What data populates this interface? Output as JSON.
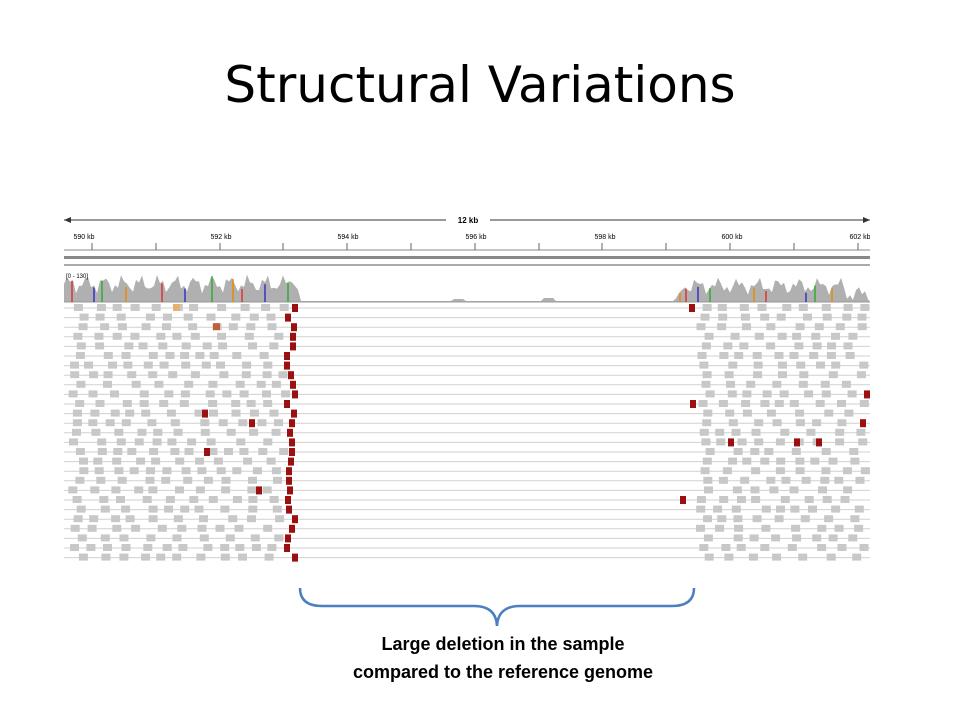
{
  "slide": {
    "title": "Structural Variations"
  },
  "igv": {
    "span_label": "12 kb",
    "ruler_ticks": [
      "590 kb",
      "592 kb",
      "594 kb",
      "596 kb",
      "598 kb",
      "600 kb",
      "602 kb"
    ],
    "coverage_range": "[0 - 130]",
    "colors": {
      "read": "#c8c8c8",
      "discordant_read": "#9b1111",
      "coverage": "#b0b0b0",
      "brace": "#4a7fc1"
    }
  },
  "annotation": {
    "caption_line_1": "Large deletion in the sample",
    "caption_line_2": "compared to the reference genome"
  }
}
